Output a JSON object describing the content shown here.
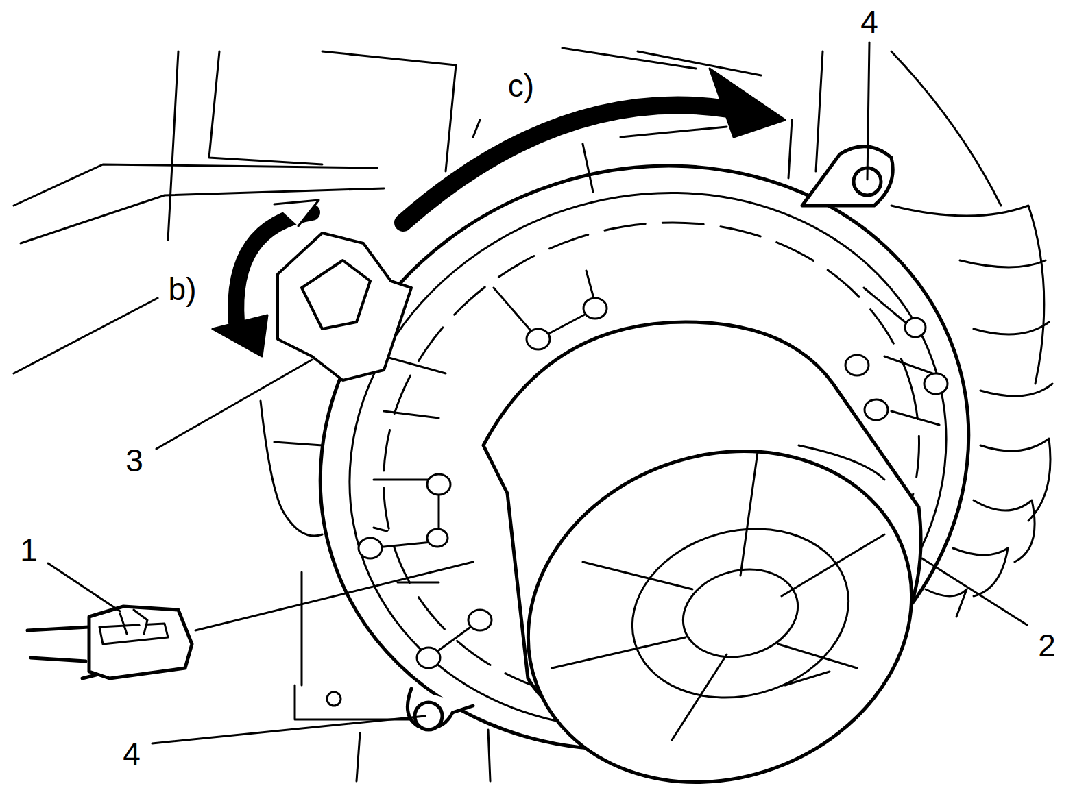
{
  "diagram": {
    "labels": [
      "4",
      "c)",
      "b)",
      "3",
      "1",
      "2",
      "4"
    ]
  }
}
